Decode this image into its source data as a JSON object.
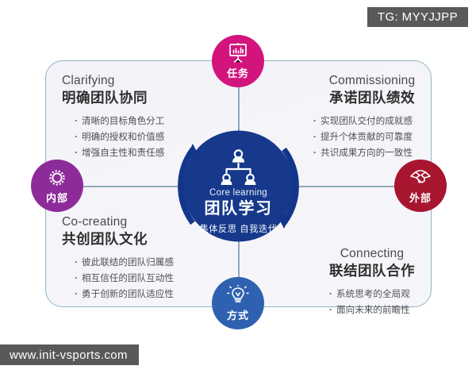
{
  "watermarks": {
    "tg": "TG: MYYJJPP",
    "url": "www.init-vsports.com"
  },
  "core": {
    "en": "Core learning",
    "cn": "团队学习",
    "sub": "集体反思 自我迭代",
    "icon": "org-chart-icon",
    "color": "#16398c"
  },
  "badges": [
    {
      "key": "top",
      "label": "任务",
      "icon": "presentation-chart-icon",
      "color": "#d2147c"
    },
    {
      "key": "left",
      "label": "内部",
      "icon": "gear-icon",
      "color": "#8e2b9a"
    },
    {
      "key": "right",
      "label": "外部",
      "icon": "handshake-icon",
      "color": "#a7152f"
    },
    {
      "key": "bottom",
      "label": "方式",
      "icon": "lightbulb-icon",
      "color": "#2e62b0"
    }
  ],
  "quadrants": {
    "top_left": {
      "en": "Clarifying",
      "cn": "明确团队协同",
      "bullets": [
        "清晰的目标角色分工",
        "明确的授权和价值感",
        "增强自主性和责任感"
      ]
    },
    "top_right": {
      "en": "Commissioning",
      "cn": "承诺团队绩效",
      "bullets": [
        "实现团队交付的成就感",
        "提升个体贡献的可靠度",
        "共识成果方向的一致性"
      ]
    },
    "bottom_left": {
      "en": "Co-creating",
      "cn": "共创团队文化",
      "bullets": [
        "彼此联结的团队归属感",
        "相互信任的团队互动性",
        "勇于创新的团队适应性"
      ]
    },
    "bottom_right": {
      "en": "Connecting",
      "cn": "联结团队合作",
      "bullets": [
        "系统思考的全局观",
        "面向未来的前瞻性"
      ]
    }
  },
  "theme": {
    "panel_border": "#8fb6c4",
    "connector": "#8fa9bc",
    "heading": "#2f2f2f",
    "body_text": "#4f4f5a",
    "watermark_bg": "#595959"
  }
}
